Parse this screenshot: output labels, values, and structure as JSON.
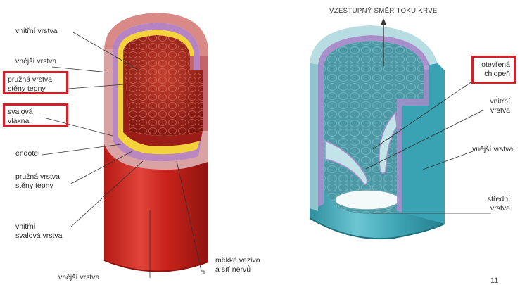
{
  "artery": {
    "labels": {
      "inner_layer": "vnitřní vrstva",
      "outer_layer": "vnější vrstva",
      "elastic_layer_1": [
        "pružná vrstva",
        "stěny tepny"
      ],
      "muscle_fibers": [
        "svalová",
        "vlákna"
      ],
      "endothelium": "endotel",
      "elastic_layer_2": [
        "pružná vrstva",
        "stěny tepny"
      ],
      "inner_muscle_layer": [
        "vnitřní",
        "svalová vrstva"
      ],
      "outer_layer_bottom": "vnější vrstva",
      "soft_tissue": [
        "měkké vazivo",
        "a síť nervů"
      ]
    },
    "colors": {
      "outer": "#c8221a",
      "inner": "#8e1d16",
      "elastic": "#f3d23a",
      "muscle": "#b684c2",
      "highlight": "#d1202a"
    }
  },
  "vein": {
    "flow_label": "VZESTUPNÝ SMĚR TOKU KRVE",
    "labels": {
      "open_valve": [
        "otevřená",
        "chlopeň"
      ],
      "inner_layer": [
        "vnitřní",
        "vrstva"
      ],
      "outer_layer": "vnější vrstval",
      "middle_layer": [
        "střední",
        "vrstva"
      ]
    },
    "colors": {
      "outer": "#3ea4b4",
      "inner": "#4d9aa6",
      "muscle": "#a98fcb"
    }
  },
  "page_number": "11"
}
